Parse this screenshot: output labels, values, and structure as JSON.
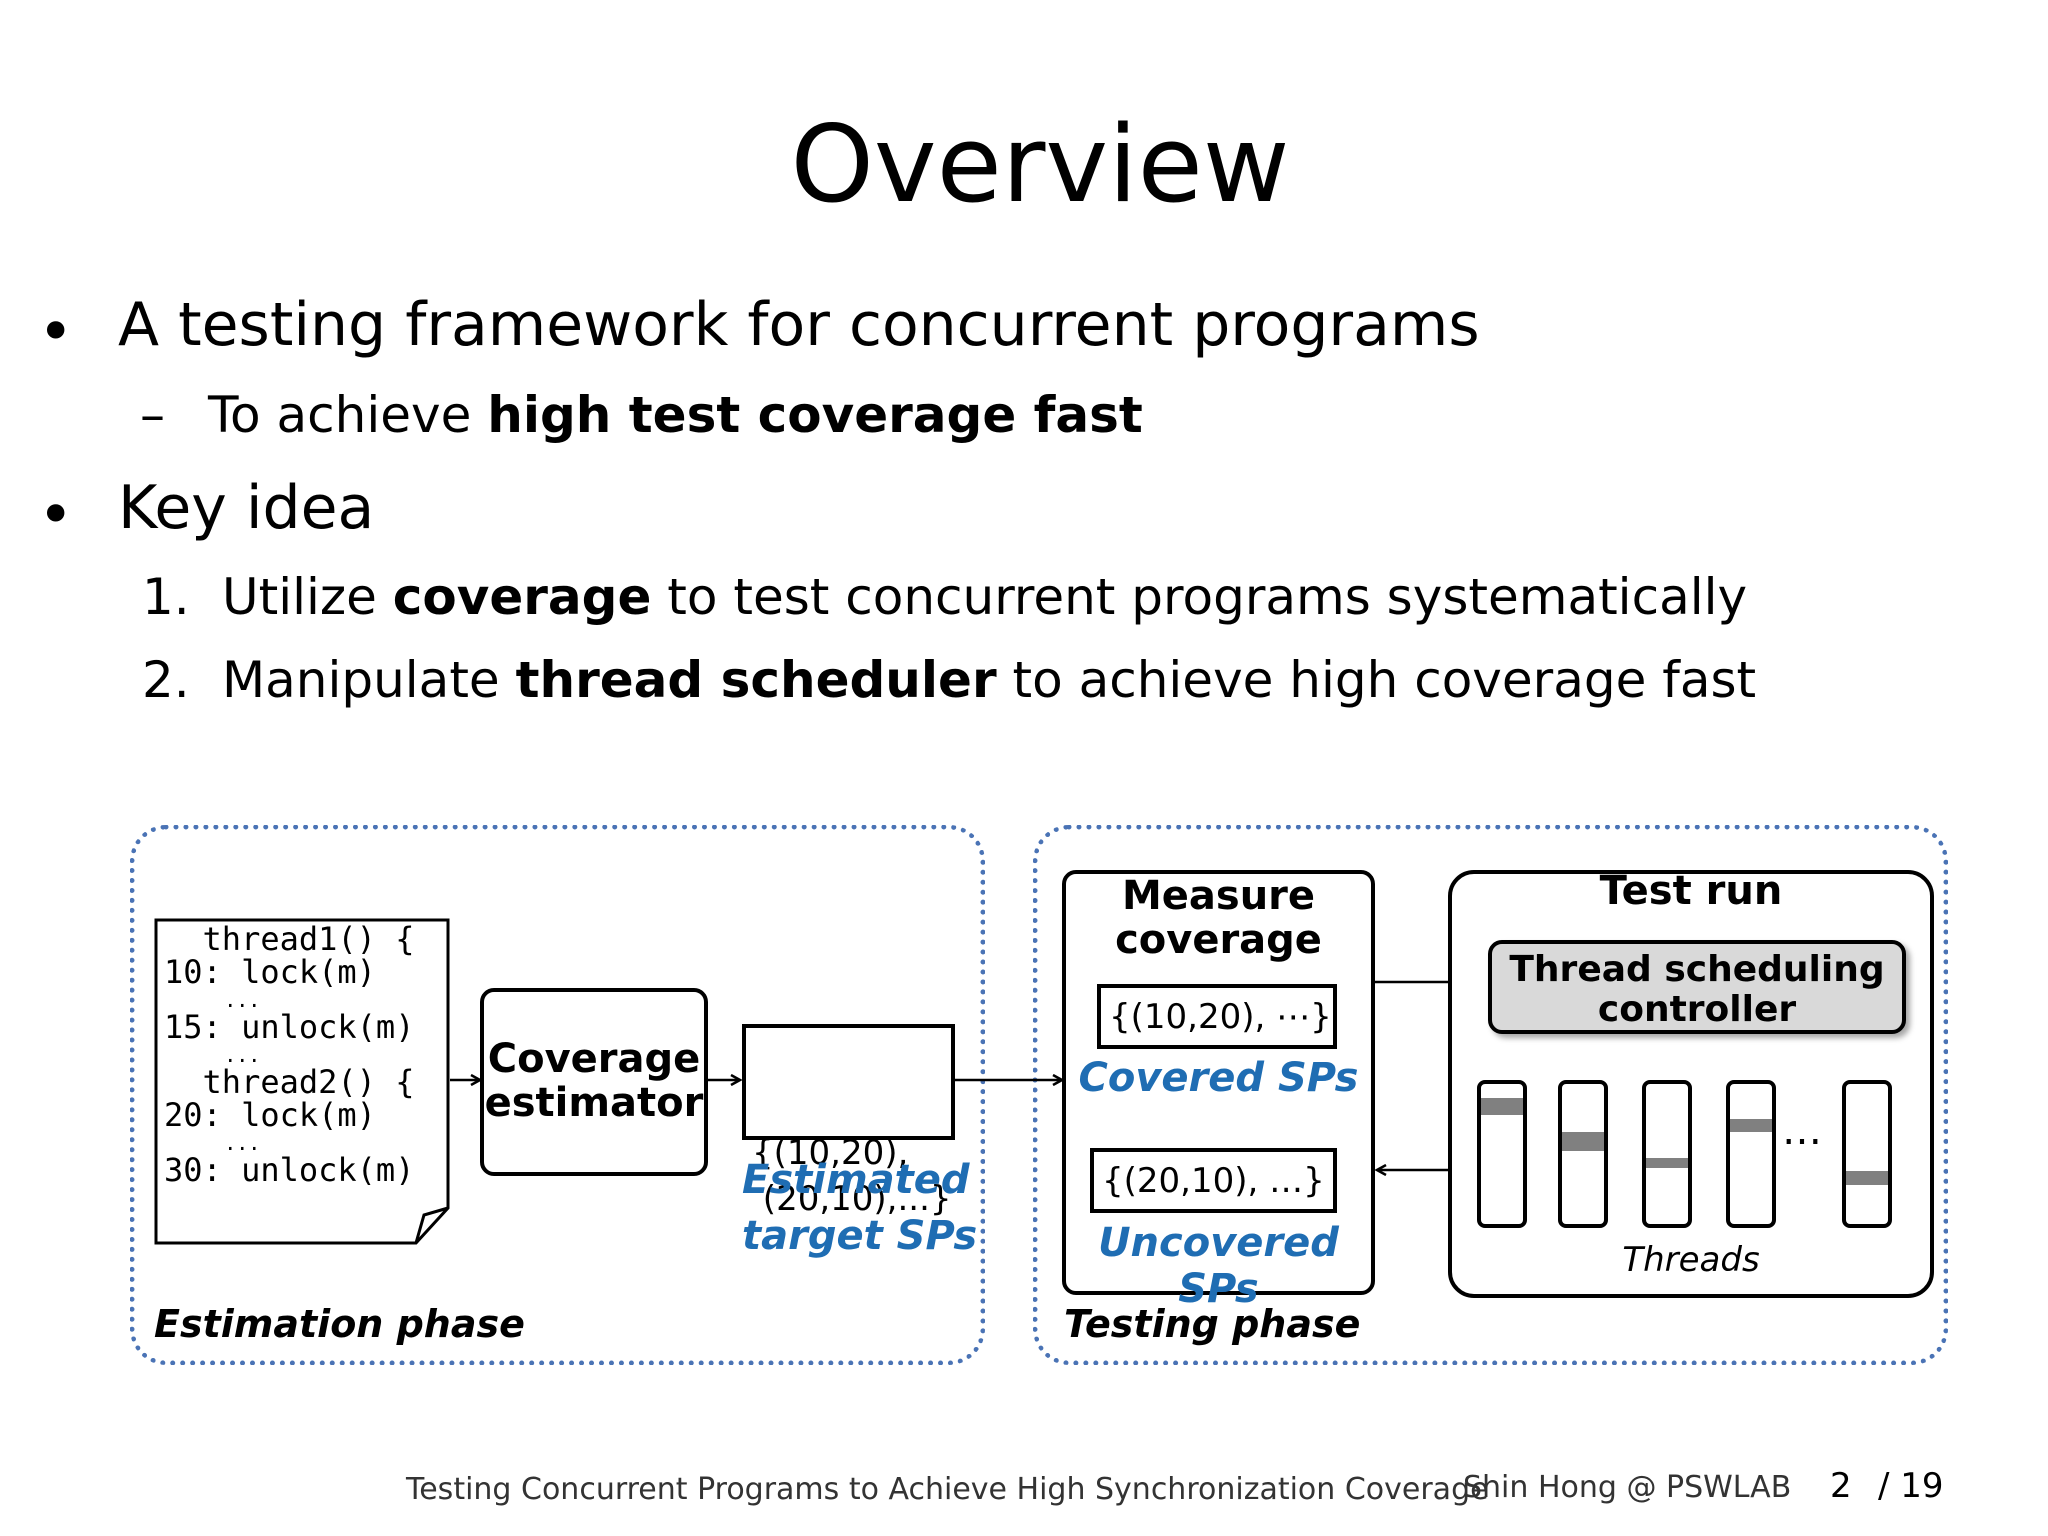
{
  "slide": {
    "title": "Overview",
    "bullets": [
      {
        "text": "A testing framework for concurrent programs"
      },
      {
        "text": "Key idea"
      }
    ],
    "bullet_char": "•",
    "sub_dash": "–",
    "sub1": {
      "pre": "To achieve ",
      "bold": "high test coverage fast"
    },
    "items": [
      {
        "num": "1.",
        "pre": "Utilize ",
        "bold": "coverage",
        "post": " to test concurrent programs systematically"
      },
      {
        "num": "2.",
        "pre": "Manipulate ",
        "bold": "thread scheduler",
        "post": " to achieve high coverage fast"
      }
    ]
  },
  "diagram": {
    "code_lines": [
      "  thread1() {",
      "10: lock(m)",
      "     ...",
      "15: unlock(m)",
      "     ...",
      "  thread2() {",
      "20: lock(m)",
      "     ...",
      "30: unlock(m)"
    ],
    "coverage_estimator": [
      "Coverage",
      "estimator"
    ],
    "target_set": [
      "{(10,20),",
      " (20,10),...}"
    ],
    "estimated_label": [
      "Estimated",
      "target SPs"
    ],
    "estimation_phase": "Estimation phase",
    "measure_coverage": [
      "Measure",
      "coverage"
    ],
    "covered_set": "{(10,20), ⋯}",
    "covered_label": "Covered SPs",
    "uncovered_set": "{(20,10), …}",
    "uncovered_label": "Uncovered SPs",
    "test_run": "Test run",
    "controller": [
      "Thread scheduling",
      "controller"
    ],
    "threads_label": "Threads",
    "ellipsis": "…",
    "testing_phase": "Testing phase",
    "threads": [
      {
        "mark_top": 0.1,
        "mark_h": 0.12
      },
      {
        "mark_top": 0.34,
        "mark_h": 0.14
      },
      {
        "mark_top": 0.53,
        "mark_h": 0.07
      },
      {
        "mark_top": 0.25,
        "mark_h": 0.09
      },
      {
        "mark_top": 0.62,
        "mark_h": 0.1
      }
    ],
    "colors": {
      "dotted": "#4a73b5",
      "blue_text": "#1f6db3",
      "controller_fill": "#d9d9d9",
      "thread_mark": "#808080"
    }
  },
  "footer": {
    "paper_title": "Testing Concurrent Programs to Achieve High Synchronization Coverage",
    "author": "Shin Hong @ PSWLAB",
    "page": "2",
    "total": "/ 19"
  }
}
